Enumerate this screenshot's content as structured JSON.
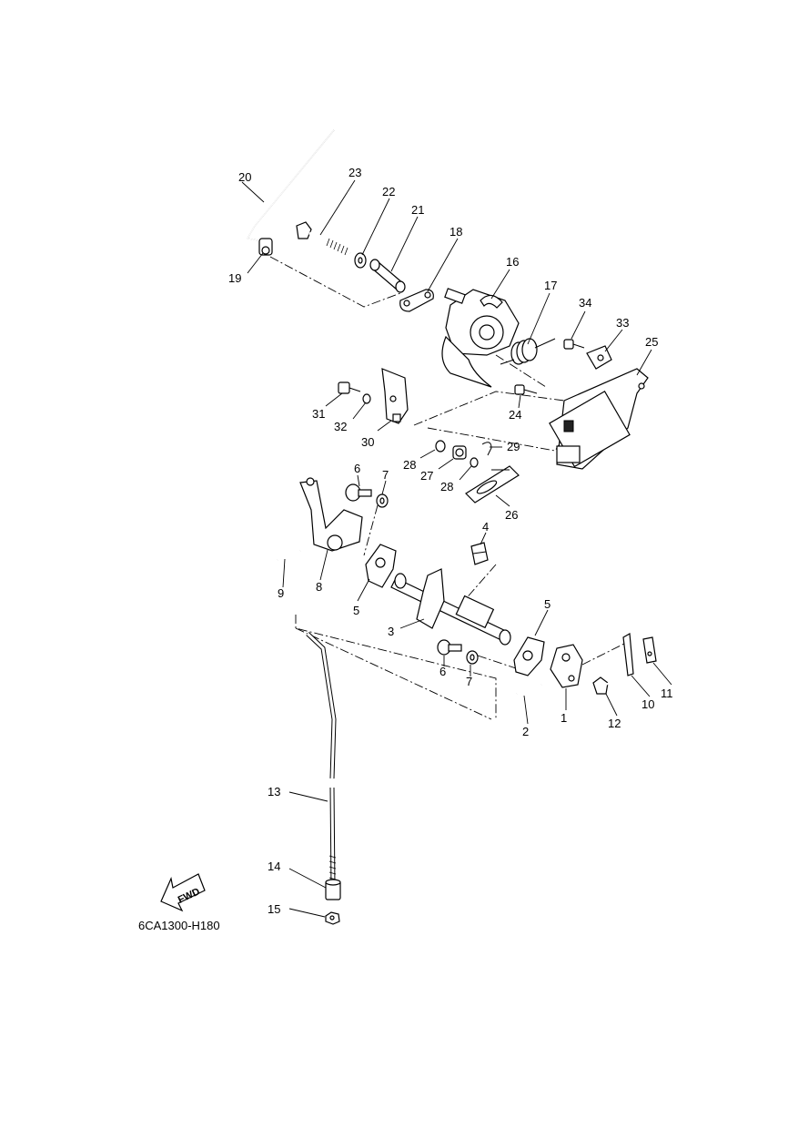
{
  "diagram": {
    "reference_code": "6CA1300-H180",
    "direction_label": "FWD",
    "callouts": [
      "1",
      "2",
      "3",
      "4",
      "5",
      "5",
      "6",
      "6",
      "7",
      "7",
      "8",
      "9",
      "10",
      "11",
      "12",
      "13",
      "14",
      "15",
      "16",
      "17",
      "18",
      "19",
      "20",
      "21",
      "22",
      "23",
      "24",
      "25",
      "26",
      "27",
      "28",
      "28",
      "29",
      "30",
      "31",
      "32",
      "33",
      "34"
    ]
  }
}
